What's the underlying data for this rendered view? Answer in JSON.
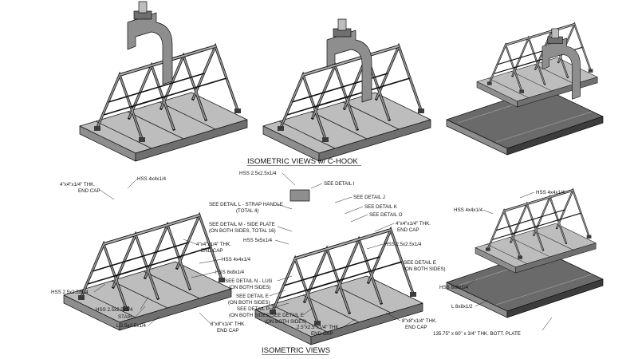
{
  "titles": {
    "top": "ISOMETRIC VIEWS w/ C-HOOK",
    "bottom": "ISOMETRIC VIEWS"
  },
  "colors": {
    "top_face": "#bdbdbd",
    "side_face": "#6f6f6f",
    "front_face": "#8e8e8e",
    "dark_face": "#3c3c3c",
    "line": "#111111"
  },
  "callouts": {
    "left": {
      "cap_thk_1": "4\"x4\"x1/4\" THK.",
      "cap_thk_2": "END CAP",
      "hss4x4_top": "HSS 4x4x1/4",
      "cap_mid_1": "4\"x4\"x1/4\" THK.",
      "cap_mid_2": "END CAP",
      "hss4x4_mid": "HSS 4x4x1/4",
      "hss8x8": "HSS 8x8x1/4",
      "hss25": "HSS 2.5x2.5x1/4",
      "hss25b": "HSS 2.5x2.5x1/4",
      "stair": "STAIR",
      "l25": "L 2.5x2.5x1/4",
      "cap8_1": "8\"x8\"x1/4\" THK.",
      "cap8_2": "END CAP"
    },
    "middle": {
      "hss25_top": "HSS 2.5x2.5x1/4",
      "detail_i": "SEE DETAIL I",
      "detail_j": "SEE DETAIL J",
      "detail_l_1": "SEE DETAIL L - STRAP HANDLE",
      "detail_l_2": "(TOTAL 4)",
      "detail_k": "SEE DETAIL K",
      "detail_o": "SEE DETAIL O",
      "detail_m_1": "SEE DETAIL M - SIDE PLATE",
      "detail_m_2": "(ON BOTH SIDES, TOTAL 16)",
      "cap4_1": "4\"x4\"x1/4\" THK.",
      "cap4_2": "END CAP",
      "hss5": "HSS 5x5x1/4",
      "hss25_r": "HSS 2.5x2.5x1/4",
      "detail_e_1": "SEE DETAIL E",
      "detail_e_2": "(ON BOTH SIDES)",
      "detail_n_1": "SEE DETAIL N - LUG",
      "detail_n_2": "(ON BOTH SIDES)",
      "detail_e2_1": "SEE DETAIL E",
      "detail_e2_2": "(ON BOTH SIDES)",
      "detail_p_1": "SEE DETAIL P",
      "detail_p_2": "(ON BOTH SIDES)",
      "detail_e3_1": "SEE DETAIL E",
      "detail_e3_2": "(ON BOTH SIDES)",
      "cap8_1": "8\"x8\"x1/4\" THK.",
      "cap8_2": "END CAP",
      "cap25_1": "2.5\"x2.5\"x1/4\" THK.",
      "cap25_2": "END CAP"
    },
    "right": {
      "hss4_a": "HSS 4x4x1/4",
      "hss4_b": "HSS 4x4x1/4",
      "hss8": "HSS 8x8x1/4",
      "angle": "L 8x8x1/2",
      "plate": "135.75\" x 60\" x 3/4\" THK. BOTT. PLATE"
    }
  }
}
